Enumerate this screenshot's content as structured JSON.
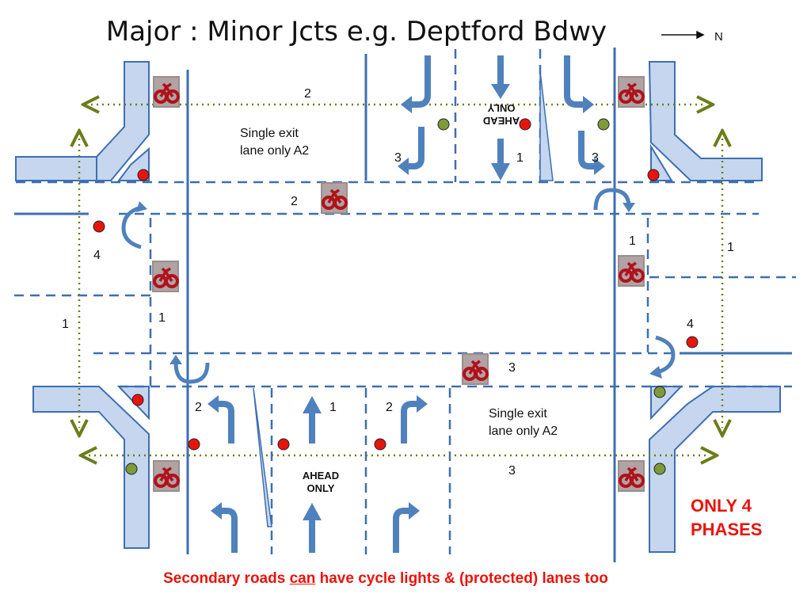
{
  "title": "Major : Minor Jcts e.g. Deptford Bdwy",
  "north": "N",
  "phase_labels": {
    "top_left_2": "2",
    "top_mid_3": "3",
    "top_mid_1": "1",
    "top_right_3": "3",
    "mid_cycle_2": "2",
    "left_4": "4",
    "left_1_outer": "1",
    "left_1_inner": "1",
    "right_1_inner": "1",
    "right_1_outer": "1",
    "right_4": "4",
    "mid_cycle_3": "3",
    "bottom_2a": "2",
    "bottom_1": "1",
    "bottom_2b": "2",
    "bottom_3": "3"
  },
  "notes": {
    "single_exit_top": [
      "Single exit",
      "lane only A2"
    ],
    "single_exit_bottom": [
      "Single exit",
      "lane only A2"
    ]
  },
  "ahead_only_top": [
    "AHEAD",
    "ONLY"
  ],
  "ahead_only_bottom": [
    "AHEAD",
    "ONLY"
  ],
  "phases_note": [
    "ONLY 4",
    "PHASES"
  ],
  "footer": {
    "before": "Secondary roads ",
    "emph": "can",
    "after": " have cycle lights & (protected) lanes too"
  },
  "colors": {
    "road_line": "#3d6fb0",
    "arrow": "#4f81bd",
    "island_fill": "#c5d6ee",
    "crossing_dots": "#7a8a1e",
    "signal_red": "#e8140c",
    "signal_green": "#7e9a3a",
    "accent_red": "#e8140c"
  },
  "icons": {
    "cycle_signal": "bicycle-icon",
    "north_arrow": "arrow-right-icon"
  }
}
